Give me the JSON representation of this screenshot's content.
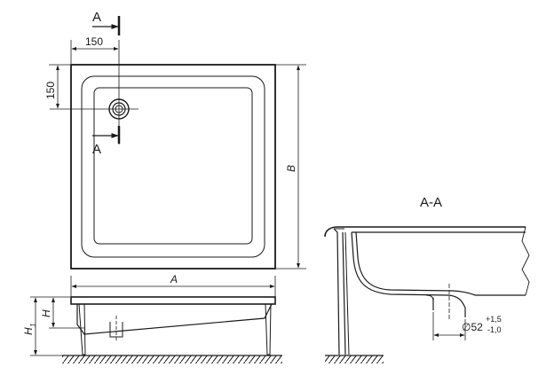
{
  "drawing": {
    "section_marker": "A",
    "section_title": "A-A",
    "dimensions": {
      "drain_offset_x": "150",
      "drain_offset_y": "150",
      "width": "A",
      "depth": "B",
      "height": "H",
      "height_total": "H",
      "height_total_subscript": "1",
      "drain_diameter": "∅52",
      "drain_tol_upper": "+1,5",
      "drain_tol_lower": "-1,0"
    }
  },
  "colors": {
    "line": "#1a1a1a",
    "background": "#ffffff"
  }
}
